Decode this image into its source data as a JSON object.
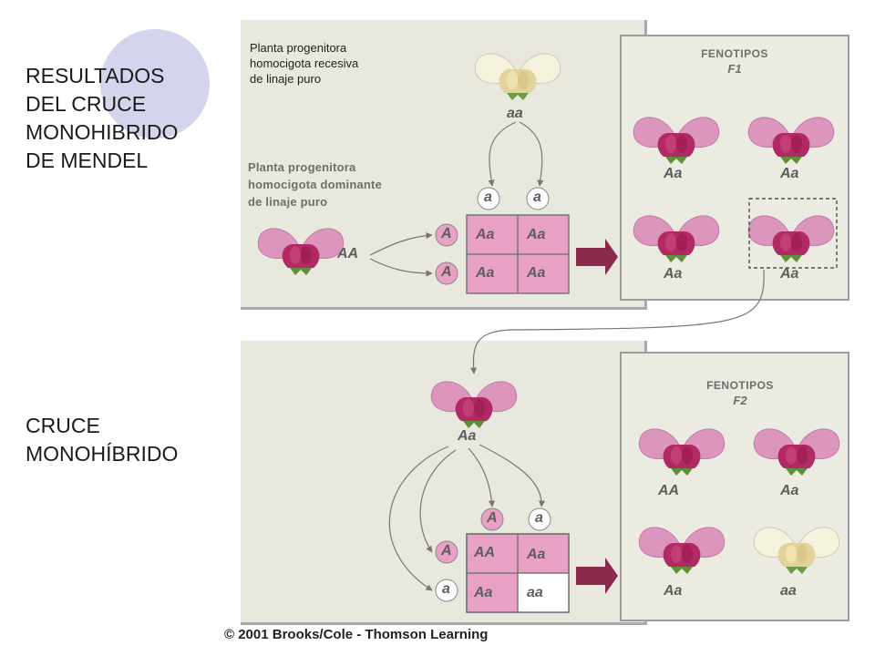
{
  "slide": {
    "title": "RESULTADOS\nDEL CRUCE\nMONOHIBRIDO\nDE MENDEL",
    "subtitle": "CRUCE\nMONOHÍBRIDO"
  },
  "top_panel": {
    "recessive_parent_label": "Planta progenitora\nhomocigota recesiva\nde linaje puro",
    "recessive_genotype": "aa",
    "dominant_parent_label": "Planta progenitora\nhomocigota dominante\nde linaje puro",
    "dominant_genotype": "AA",
    "gamete_cols": [
      "a",
      "a"
    ],
    "gamete_rows": [
      "A",
      "A"
    ],
    "punnett": [
      [
        "Aa",
        "Aa"
      ],
      [
        "Aa",
        "Aa"
      ]
    ]
  },
  "f1_box": {
    "title": "FENOTIPOS",
    "generation": "F1",
    "genotypes": [
      "Aa",
      "Aa",
      "Aa",
      "Aa"
    ]
  },
  "bottom_panel": {
    "parent_genotype": "Aa",
    "gamete_cols": [
      "A",
      "a"
    ],
    "gamete_rows": [
      "A",
      "a"
    ],
    "punnett": [
      [
        "AA",
        "Aa"
      ],
      [
        "Aa",
        "aa"
      ]
    ]
  },
  "f2_box": {
    "title": "FENOTIPOS",
    "generation": "F2",
    "genotypes": [
      "AA",
      "Aa",
      "Aa",
      "aa"
    ]
  },
  "colors": {
    "pink_flower": "#d98fb8",
    "keel": "#b8306a",
    "white_flower": "#f2eed3",
    "punnett_cell": "#e8a0c4",
    "arrow": "#8c2a4e"
  },
  "copyright": "© 2001 Brooks/Cole - Thomson Learning"
}
